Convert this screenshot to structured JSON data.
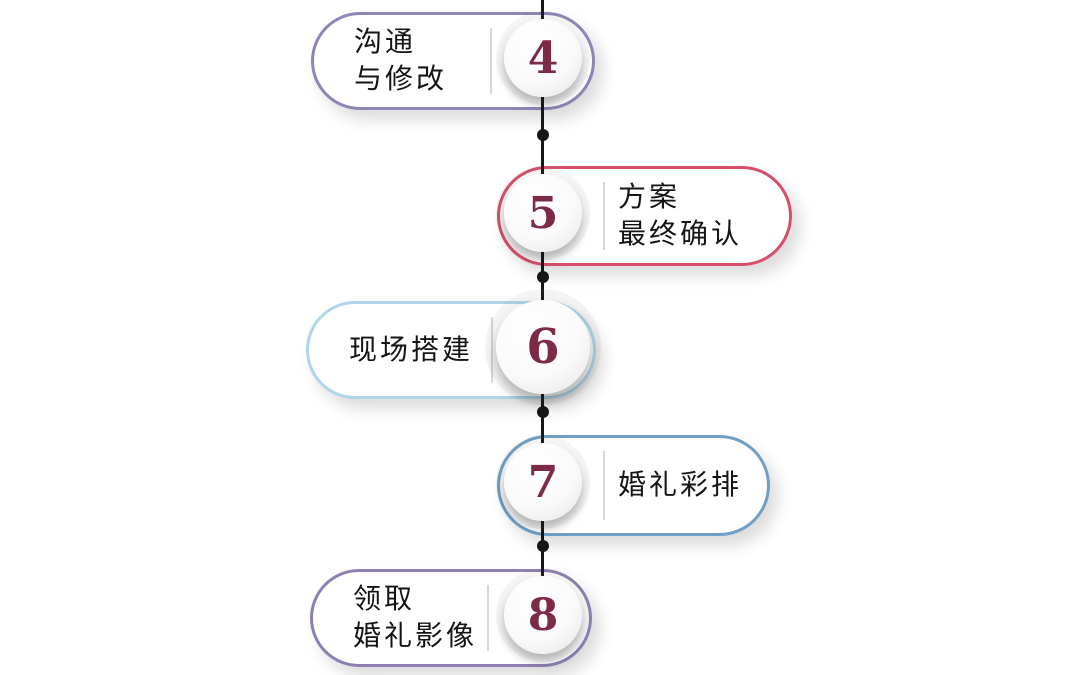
{
  "diagram": {
    "line_color": "#161616",
    "number_color": "#7d2a45",
    "steps": [
      {
        "number": "4",
        "label": "沟通\n与修改",
        "side": "left",
        "border_color": "#8d85b5"
      },
      {
        "number": "5",
        "label": "方案\n最终确认",
        "side": "right",
        "border_color": "#d84f6b"
      },
      {
        "number": "6",
        "label": "现场搭建",
        "side": "left",
        "border_color": "#aed5e9"
      },
      {
        "number": "7",
        "label": "婚礼彩排",
        "side": "right",
        "border_color": "#6f9fc6"
      },
      {
        "number": "8",
        "label": "领取\n婚礼影像",
        "side": "left",
        "border_color": "#8d7fb2"
      }
    ]
  }
}
